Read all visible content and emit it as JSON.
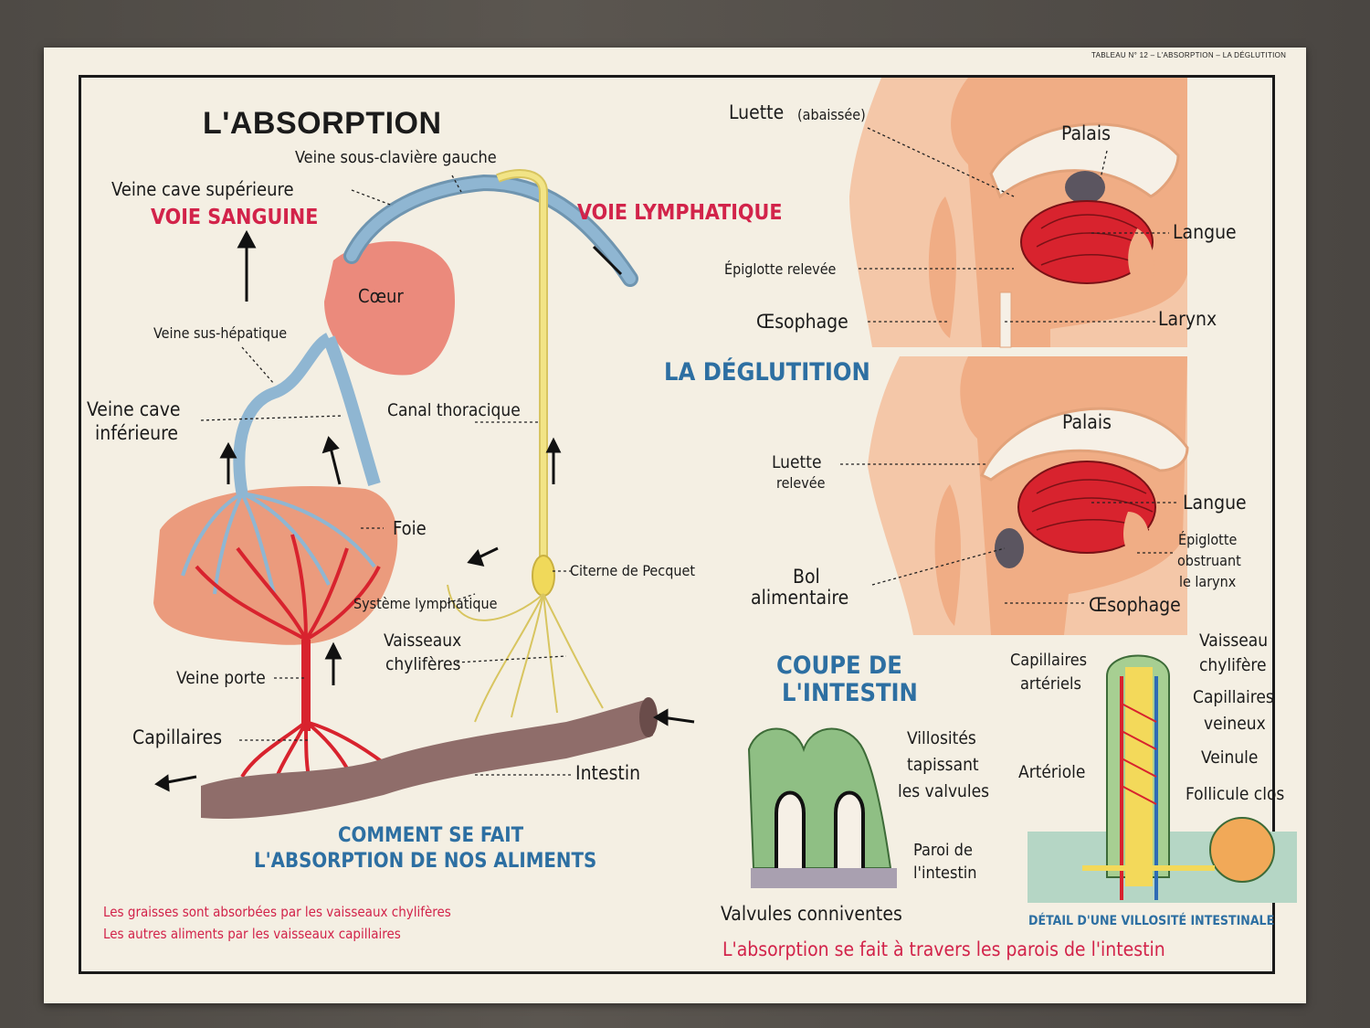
{
  "header_strip": "TABLEAU N° 12 – L'ABSORPTION – LA DÉGLUTITION",
  "absorption": {
    "title": "L'ABSORPTION",
    "voie_sanguine": "VOIE SANGUINE",
    "voie_lymphatique": "VOIE LYMPHATIQUE",
    "labels": {
      "sous_claviere": "Veine sous-clavière gauche",
      "cave_sup": "Veine cave supérieure",
      "coeur": "Cœur",
      "sus_hepatique": "Veine sus-hépatique",
      "cave_inf_1": "Veine cave",
      "cave_inf_2": "inférieure",
      "canal": "Canal thoracique",
      "foie": "Foie",
      "citerne": "Citerne de Pecquet",
      "systeme": "Système lymphatique",
      "vaisseaux_1": "Vaisseaux",
      "vaisseaux_2": "chylifères",
      "porte": "Veine porte",
      "capillaires": "Capillaires",
      "intestin": "Intestin"
    },
    "subtitle_1": "COMMENT SE FAIT",
    "subtitle_2": "L'ABSORPTION DE NOS ALIMENTS",
    "note_1": "Les graisses sont absorbées  par les vaisseaux chylifères",
    "note_2": "Les autres aliments par les  vaisseaux capillaires"
  },
  "deglutition": {
    "title": "LA DÉGLUTITION",
    "top": {
      "luette": "Luette",
      "abaissee": "(abaissée)",
      "palais": "Palais",
      "langue": "Langue",
      "epiglotte": "Épiglotte relevée",
      "oesophage": "Œsophage",
      "larynx": "Larynx"
    },
    "bottom": {
      "palais": "Palais",
      "luette_1": "Luette",
      "luette_2": "relevée",
      "langue": "Langue",
      "epi_1": "Épiglotte",
      "epi_2": "obstruant",
      "epi_3": "le larynx",
      "bol_1": "Bol",
      "bol_2": "alimentaire",
      "oesophage": "Œsophage"
    }
  },
  "intestin": {
    "title_1": "COUPE DE",
    "title_2": "L'INTESTIN",
    "villos_1": "Villosités",
    "villos_2": "tapissant",
    "villos_3": "les valvules",
    "paroi_1": "Paroi de",
    "paroi_2": "l'intestin",
    "valvules": "Valvules conniventes",
    "vaisseau_1": "Vaisseau",
    "vaisseau_2": "chylifère",
    "cap_art_1": "Capillaires",
    "cap_art_2": "artériels",
    "cap_vei_1": "Capillaires",
    "cap_vei_2": "veineux",
    "veinule": "Veinule",
    "arteriole": "Artériole",
    "follicule": "Follicule clos",
    "detail": "DÉTAIL D'UNE VILLOSITÉ INTESTINALE",
    "footer": "L'absorption se fait à travers les parois de l'intestin"
  },
  "colors": {
    "blood_red": "#d8232e",
    "vein_blue": "#7ea9c6",
    "lymph_yellow": "#f0e27a",
    "organ_pink": "#eb8f7d",
    "intestine_brown": "#8f6d6a",
    "title_red": "#d2234a",
    "title_blue": "#2d6fa2"
  }
}
